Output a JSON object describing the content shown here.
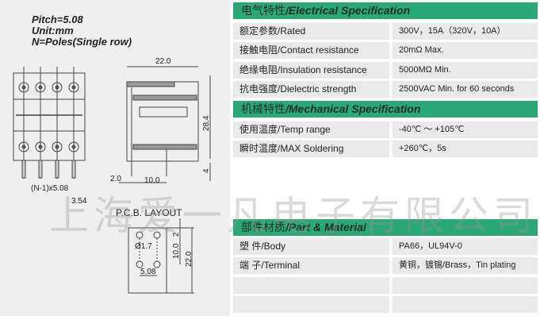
{
  "notes": {
    "pitch": "Pitch=5.08",
    "unit": "Unit:mm",
    "poles": "N=Poles(Single row)"
  },
  "drawing": {
    "width": "22.0",
    "height": "28.4",
    "pin_len": "4",
    "offset": "2.0",
    "pin_gap": "10.0",
    "pitch_formula": "(N-1)x5.08",
    "edge": "3.54"
  },
  "pcb": {
    "title": "P.C.B.  LAYOUT",
    "hole": "Ø1.7",
    "top": "2",
    "row_gap": "10.0",
    "total": "22.0",
    "pitch": "5.08"
  },
  "watermark": "上海爱一凡电子有限公司",
  "electrical": {
    "title_cn": "电气特性",
    "title_en": "/Electrical Specification",
    "rows": [
      {
        "label": "额定参数/Rated",
        "value": "300V，15A（320V，10A）"
      },
      {
        "label": "接触电阻/Contact resistance",
        "value": "20mΩ  Max."
      },
      {
        "label": "绝缘电阻/Insulation  resistance",
        "value": "5000MΩ  Min."
      },
      {
        "label": "抗电强度/Dielectric  strength",
        "value": "2500VAC Min. for 60 seconds"
      }
    ]
  },
  "mechanical": {
    "title_cn": "机械特性",
    "title_en": "/Mechanical Specification",
    "rows": [
      {
        "label": "使用温度/Temp  range",
        "value": "-40℃  ～  +105℃"
      },
      {
        "label": "瞬时温度/MAX Soldering",
        "value": "+260℃，5s"
      }
    ]
  },
  "material": {
    "title_cn": "部件材质",
    "title_en": "/Part & Material",
    "rows": [
      {
        "label": "塑      件/Body",
        "value": "PA66，UL94V-0"
      },
      {
        "label": "端      子/Terminal",
        "value": "黄铜，镀锡/Brass，Tin plating"
      },
      {
        "label": "",
        "value": ""
      },
      {
        "label": "",
        "value": ""
      }
    ]
  }
}
